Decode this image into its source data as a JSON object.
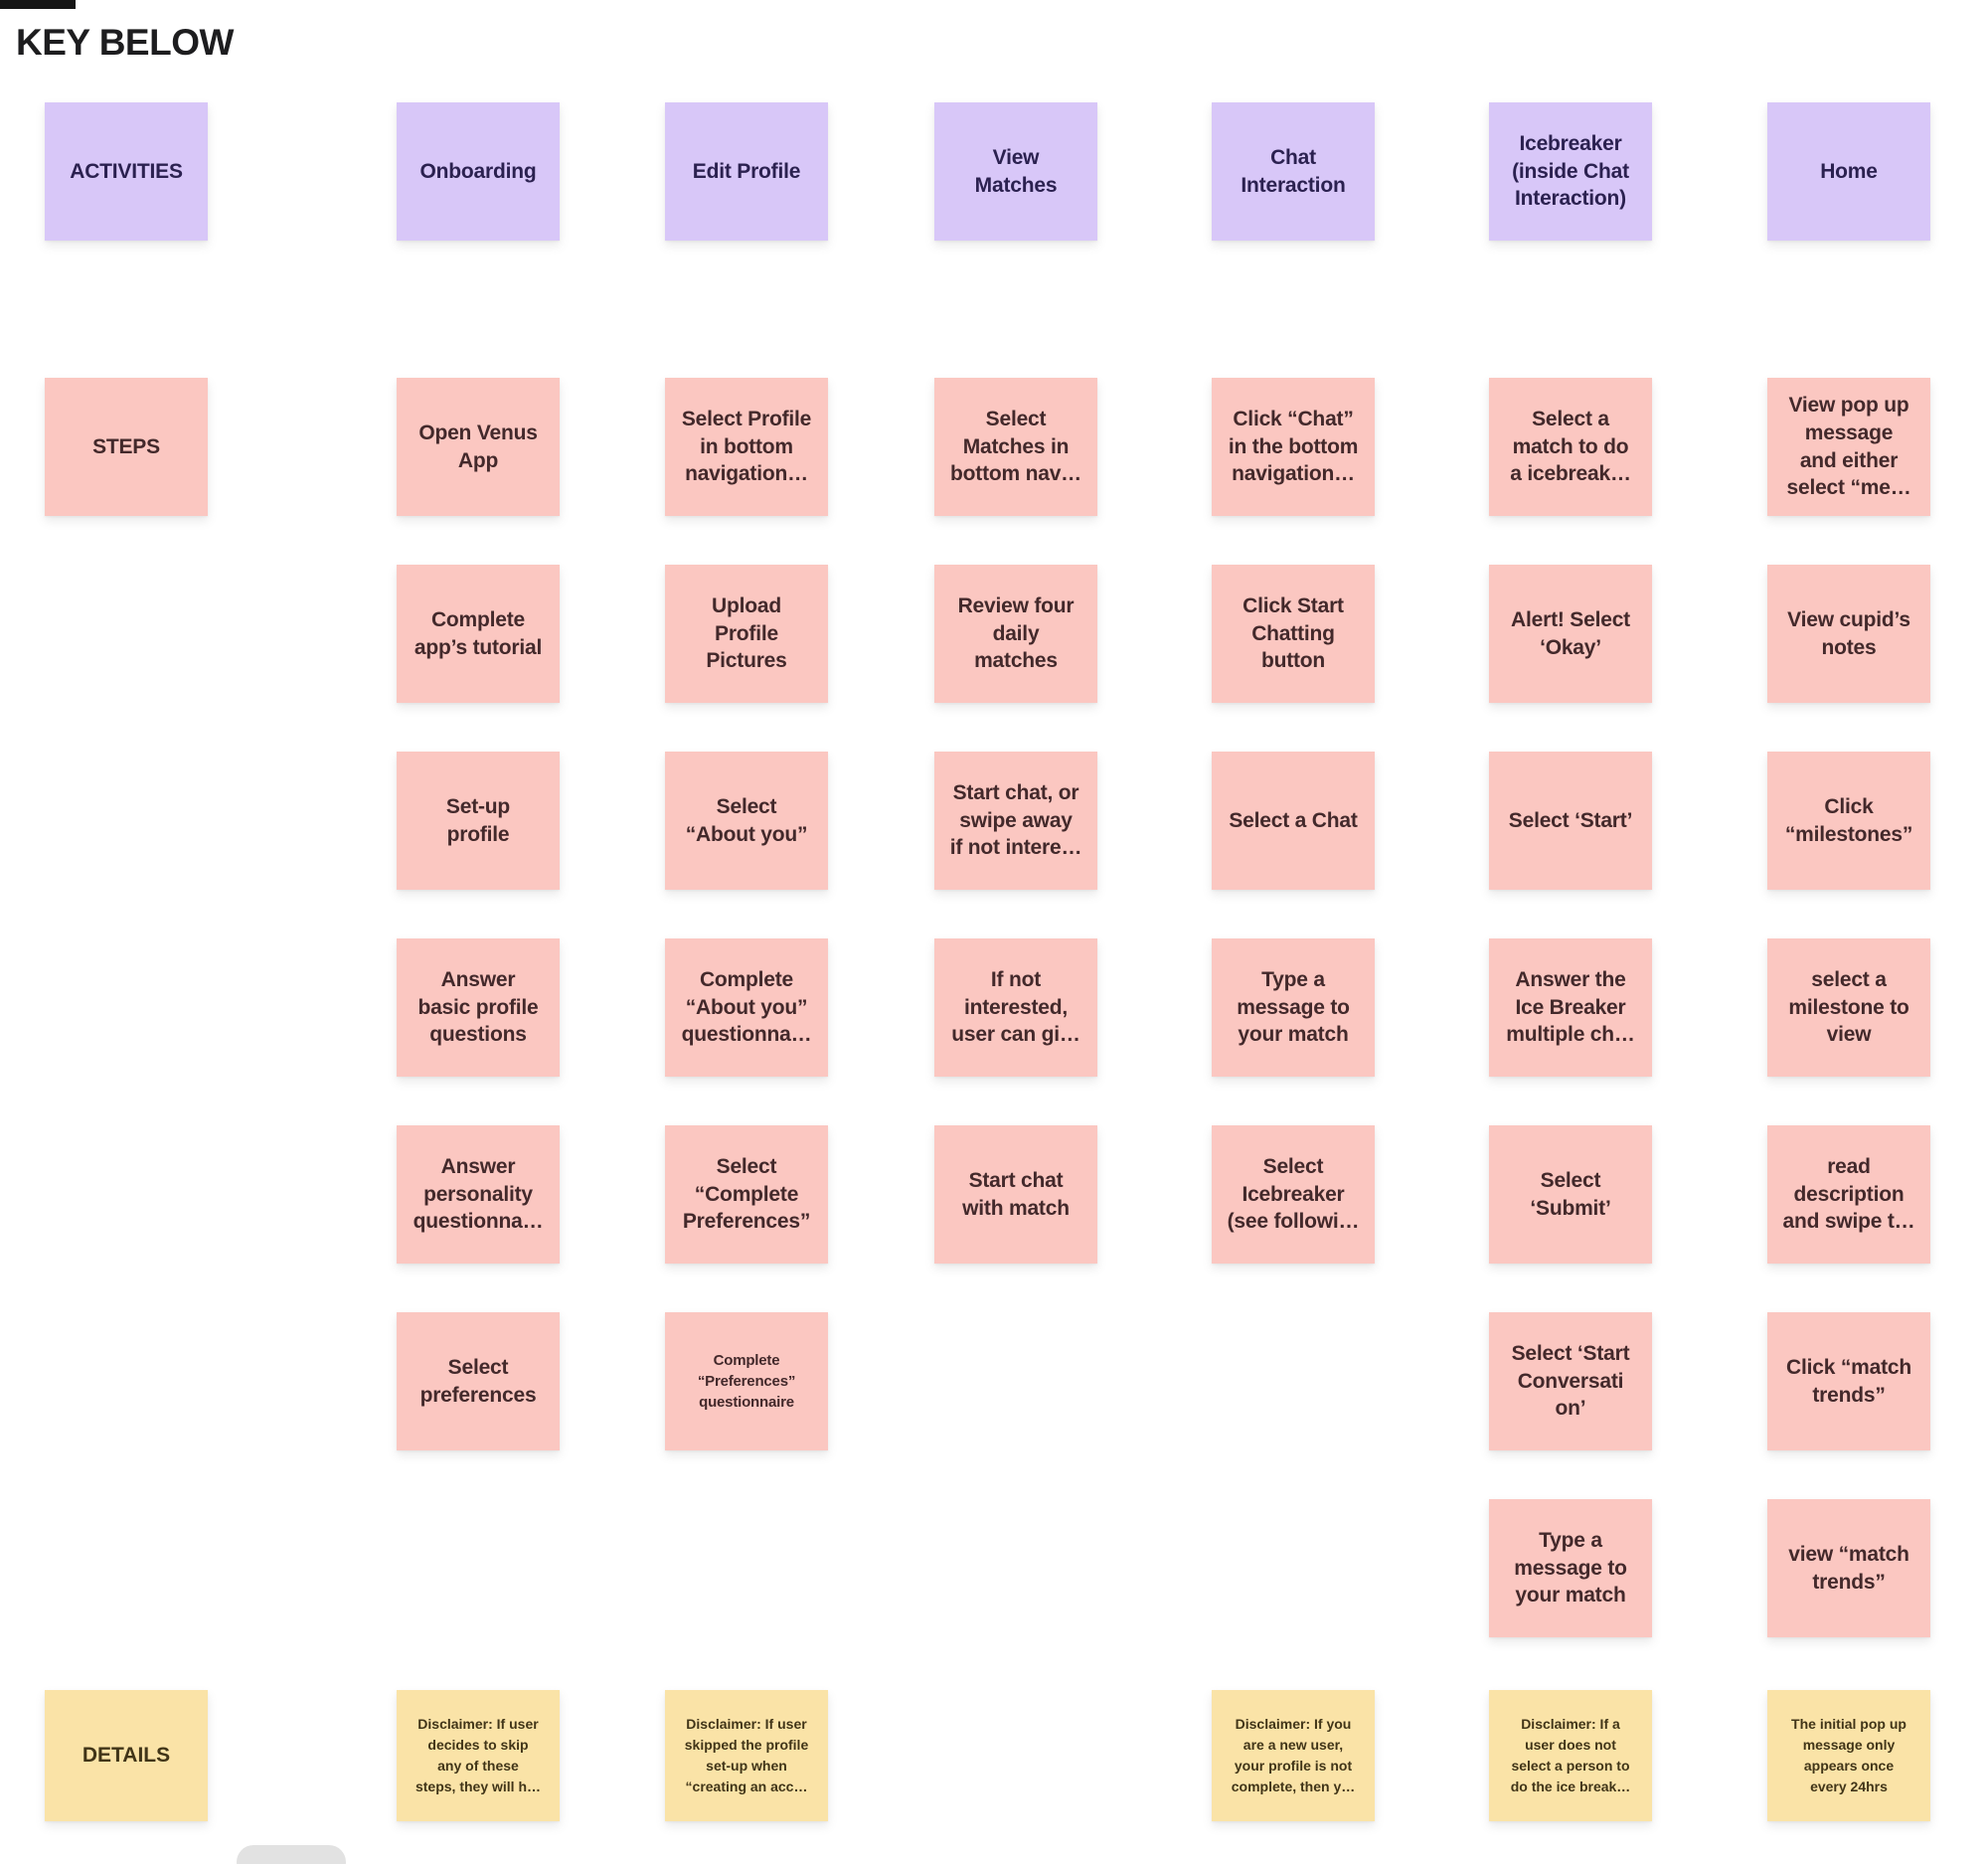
{
  "header": {
    "title": "KEY BELOW"
  },
  "colors": {
    "canvas_bg": "#ffffff",
    "activity_bg": "#d8c7f8",
    "activity_text": "#2b2150",
    "step_bg": "#fbc7c1",
    "step_text": "#43292b",
    "detail_bg": "#fae3a7",
    "detail_text": "#413518"
  },
  "key": {
    "activities_label": "ACTIVITIES",
    "steps_label": "STEPS",
    "details_label": "DETAILS"
  },
  "columns": [
    {
      "activity": "Onboarding",
      "steps": [
        "Open Venus\nApp",
        "Complete\napp’s tutorial",
        "Set-up\nprofile",
        "Answer\nbasic profile\nquestions",
        "Answer\npersonality\nquestionna…",
        "Select\npreferences"
      ],
      "detail": "Disclaimer: If user\ndecides to skip\nany of these\nsteps, they will h…"
    },
    {
      "activity": "Edit Profile",
      "steps": [
        "Select Profile\nin bottom\nnavigation…",
        "Upload\nProfile\nPictures",
        "Select\n“About you”",
        "Complete\n“About you”\nquestionna…",
        "Select\n“Complete\nPreferences”",
        "Complete\n“Preferences”\nquestionnaire"
      ],
      "detail": "Disclaimer: If user\nskipped the profile\nset-up when\n“creating an acc…"
    },
    {
      "activity": "View\nMatches",
      "steps": [
        "Select\nMatches in\nbottom nav…",
        "Review four\ndaily\nmatches",
        "Start chat, or\nswipe away\nif not intere…",
        "If not\ninterested,\nuser can gi…",
        "Start chat\nwith match"
      ]
    },
    {
      "activity": "Chat\nInteraction",
      "steps": [
        "Click “Chat”\nin the bottom\nnavigation…",
        "Click Start\nChatting\nbutton",
        "Select a Chat",
        "Type a\nmessage to\nyour match",
        "Select\nIcebreaker\n(see followi…"
      ],
      "detail": "Disclaimer: If you\nare a new user,\nyour profile is not\ncomplete, then y…"
    },
    {
      "activity": "Icebreaker\n(inside Chat\nInteraction)",
      "steps": [
        "Select a\nmatch to do\na icebreak…",
        "Alert! Select\n‘Okay’",
        "Select ‘Start’",
        "Answer the\nIce Breaker\nmultiple ch…",
        "Select\n‘Submit’",
        "Select ‘Start\nConversati\non’",
        "Type a\nmessage to\nyour match"
      ],
      "detail": "Disclaimer: If a\nuser does not\nselect a person to\ndo the ice break…"
    },
    {
      "activity": "Home",
      "steps": [
        "View pop up\nmessage\nand either\nselect “me…",
        "View cupid’s\nnotes",
        "Click\n“milestones”",
        "select a\nmilestone to\nview",
        "read\ndescription\nand swipe t…",
        "Click “match\ntrends”",
        "view “match\ntrends”"
      ],
      "detail": "The initial pop up\nmessage only\nappears once\nevery 24hrs"
    }
  ]
}
